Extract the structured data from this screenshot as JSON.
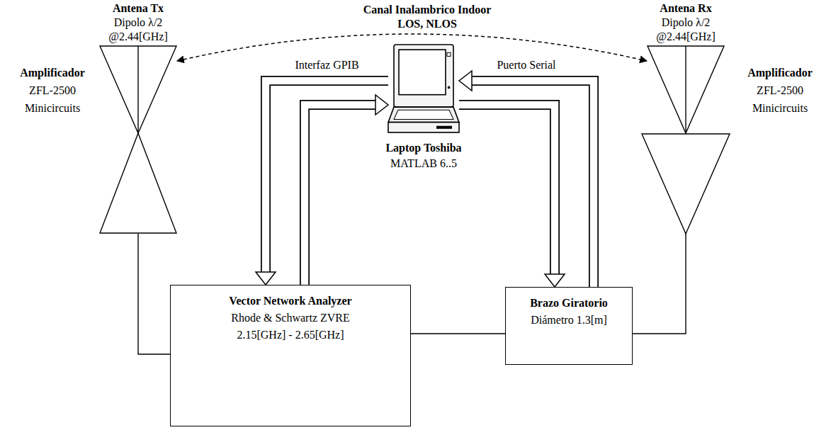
{
  "diagram": {
    "nodes": [
      {
        "text": [
          "Antena Tx",
          "Dipolo λ/2",
          "@2.44[GHz]"
        ]
      },
      {
        "text": [
          "Amplificador",
          "ZFL-2500",
          "Minicircuits"
        ]
      },
      {
        "text": [
          "Laptop Toshiba",
          "MATLAB 6..5"
        ]
      },
      {
        "text": [
          "Vector Network Analyzer",
          "Rhode & Schwartz ZVRE",
          "2.15[GHz] - 2.65[GHz]"
        ]
      },
      {
        "text": [
          "Brazo Giratorio",
          "Diámetro 1.3[m]"
        ]
      },
      {
        "text": [
          "Antena Rx",
          "Dipolo λ/2",
          "@2.44[GHz]"
        ]
      },
      {
        "text": [
          "Amplificador",
          "ZFL-2500",
          "Minicircuits"
        ]
      }
    ],
    "edges": [
      {
        "from": 0,
        "to": 5,
        "arrow": "both"
      },
      {
        "from": 3,
        "to": 1,
        "arrow": "none"
      },
      {
        "from": 3,
        "to": 4,
        "arrow": "none"
      },
      {
        "from": 4,
        "to": 6,
        "arrow": "none"
      },
      {
        "from": 2,
        "to": 3,
        "label": "Interfaz GPIB",
        "arrow": "both"
      },
      {
        "from": 2,
        "to": 4,
        "label": "Puerto Serial",
        "arrow": "both"
      }
    ],
    "labels": [
      "Canal Inalambrico Indoor",
      "LOS, NLOS"
    ]
  }
}
